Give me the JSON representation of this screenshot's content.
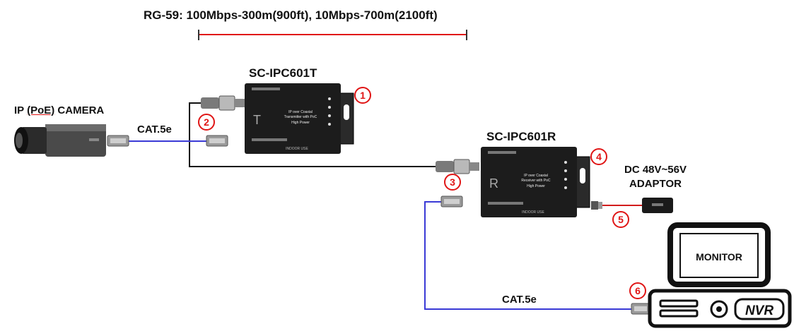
{
  "header": {
    "distance_spec": "RG-59: 100Mbps-300m(900ft), 10Mbps-700m(2100ft)"
  },
  "devices": {
    "transmitter": {
      "model": "SC-IPC601T",
      "letter": "T",
      "face_lines": [
        "IP over Coaxial",
        "Transmitter with PoC",
        "High Power"
      ],
      "footer": "INDOOR USE"
    },
    "receiver": {
      "model": "SC-IPC601R",
      "letter": "R",
      "face_lines": [
        "IP over Coaxial",
        "Receiver with PoC",
        "High Power"
      ],
      "footer": "INDOOR USE"
    }
  },
  "camera": {
    "label_prefix": "IP ",
    "label_poe": "(PoE)",
    "label_suffix": " CAMERA"
  },
  "cables": {
    "cat5_top": "CAT.5e",
    "cat5_bottom": "CAT.5e"
  },
  "adaptor": {
    "line1": "DC 48V~56V",
    "line2": "ADAPTOR"
  },
  "monitor": {
    "label": "MONITOR"
  },
  "nvr": {
    "label": "NVR"
  },
  "markers": [
    "1",
    "2",
    "3",
    "4",
    "5",
    "6"
  ],
  "colors": {
    "marker_red": "#e01515",
    "cat5_blue": "#3a3ad6",
    "coax_black": "#111111",
    "device_body": "#1c1c1c"
  }
}
